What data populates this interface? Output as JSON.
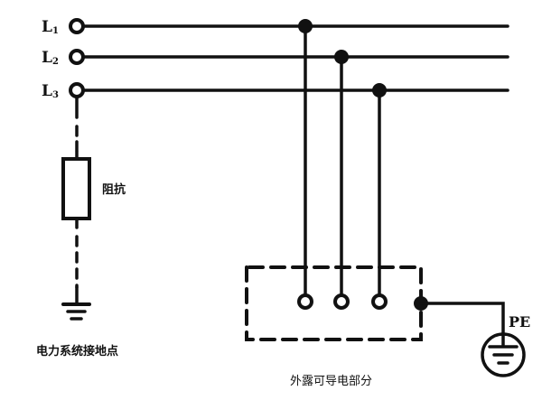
{
  "diagram": {
    "type": "IT grounding system schematic",
    "phases": [
      {
        "label": "L",
        "sub": "1"
      },
      {
        "label": "L",
        "sub": "2"
      },
      {
        "label": "L",
        "sub": "3"
      }
    ],
    "impedance_label": "阻抗",
    "system_ground_label": "电力系统接地点",
    "exposed_part_label": "外露可导电部分",
    "pe_label": "PE",
    "colors": {
      "ink": "#111111",
      "background": "#ffffff"
    }
  }
}
